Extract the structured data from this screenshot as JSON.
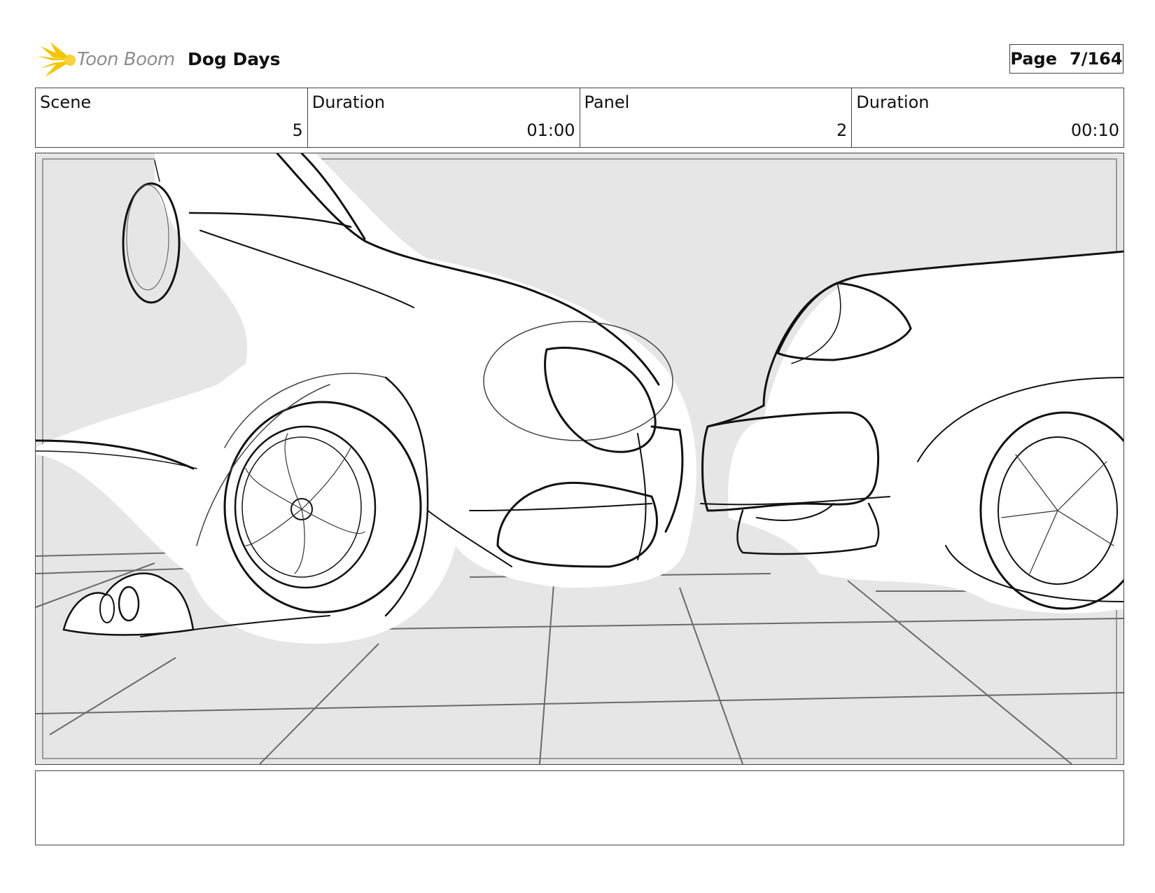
{
  "header": {
    "logo_text": "Toon Boom",
    "project_title": "Dog Days",
    "page_label": "Page",
    "page_number": "7/164"
  },
  "info": {
    "scene_label": "Scene",
    "scene_value": "5",
    "scene_duration_label": "Duration",
    "scene_duration_value": "01:00",
    "panel_label": "Panel",
    "panel_value": "2",
    "panel_duration_label": "Duration",
    "panel_duration_value": "00:10"
  },
  "notes": {
    "text": ""
  },
  "colors": {
    "logo_yellow": "#f5c400",
    "sketch_background_gray": "#e6e6e6",
    "border": "#444444"
  }
}
